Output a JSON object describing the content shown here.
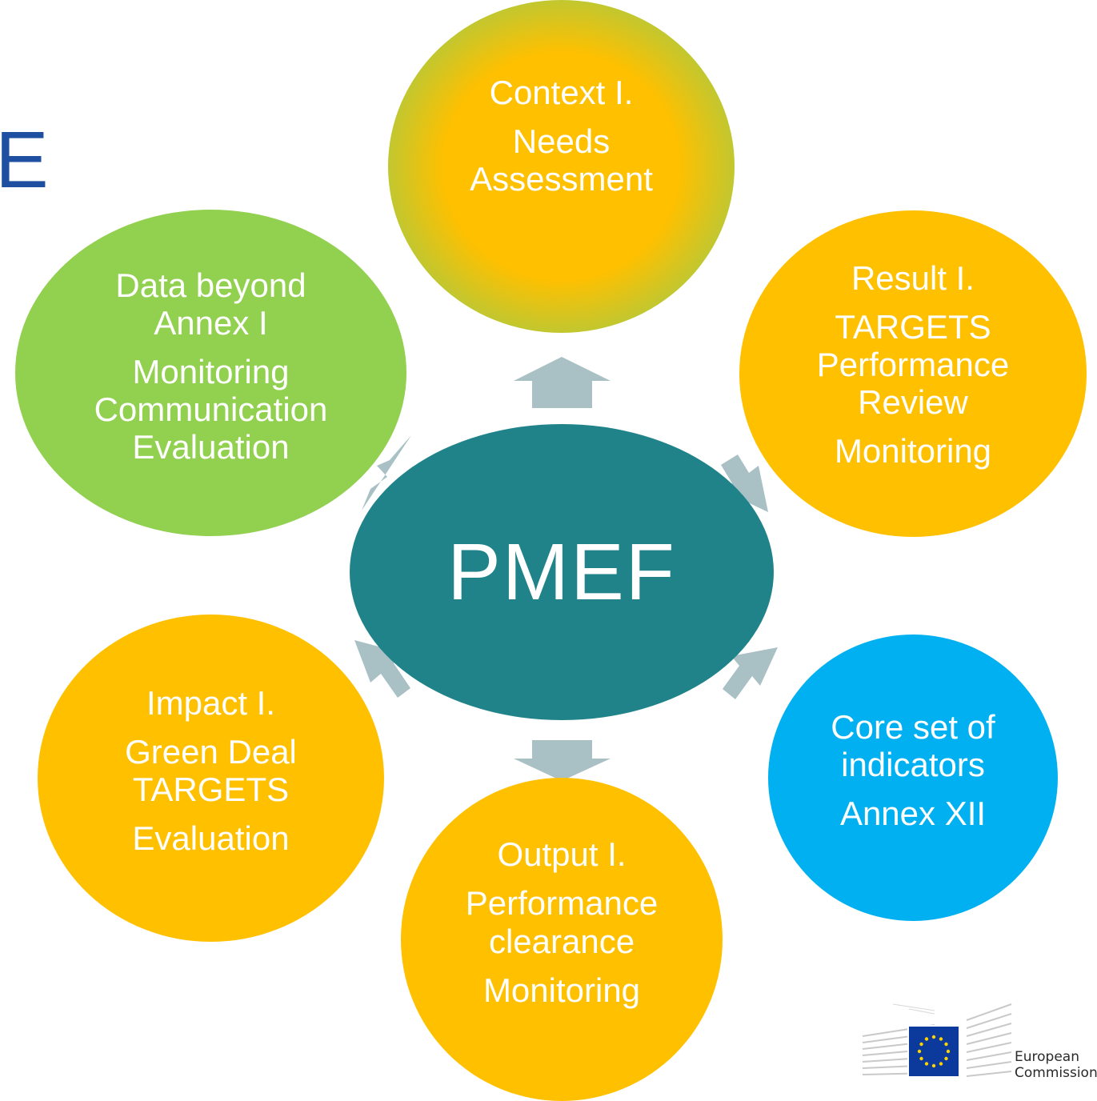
{
  "title_fragment": "E",
  "hub": {
    "label": "PMEF",
    "color": "#20838a"
  },
  "nodes": {
    "context": {
      "title": "Context I.",
      "line1": "Needs",
      "line2": "Assessment",
      "color": "#ffc000",
      "ring_color": "#92d050"
    },
    "result": {
      "title": "Result I.",
      "line1": "TARGETS",
      "line2": "Performance",
      "line3": "Review",
      "extra": "Monitoring",
      "color": "#ffc000"
    },
    "core": {
      "line1": "Core set of",
      "line2": "indicators",
      "extra": "Annex XII",
      "color": "#00b0f0"
    },
    "output": {
      "title": "Output I.",
      "line1": "Performance",
      "line2": "clearance",
      "extra": "Monitoring",
      "color": "#ffc000"
    },
    "impact": {
      "title": "Impact I.",
      "line1": "Green Deal",
      "line2": "TARGETS",
      "extra": "Evaluation",
      "color": "#ffc000"
    },
    "data": {
      "line1": "Data beyond",
      "line2": "Annex I",
      "line3": "Monitoring",
      "line4": "Communication",
      "line5": "Evaluation",
      "color": "#92d050"
    }
  },
  "arrow_color": "#a9c1c5",
  "logo": {
    "line1": "European",
    "line2": "Commission",
    "icon": "eu-flag-icon"
  }
}
